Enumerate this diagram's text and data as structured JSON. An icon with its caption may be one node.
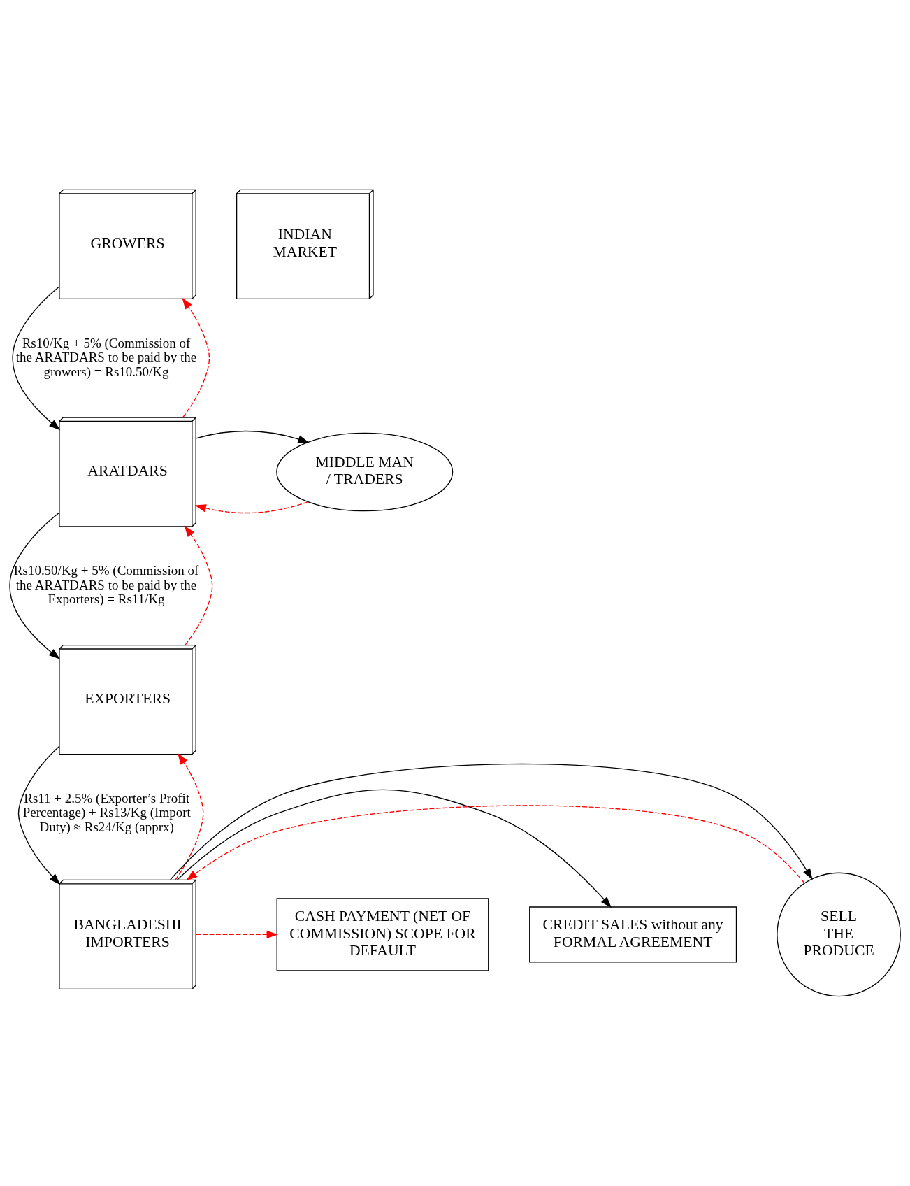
{
  "diagram": {
    "nodes": [
      {
        "text": [
          "GROWERS"
        ]
      },
      {
        "text": [
          "INDIAN MARKET"
        ]
      },
      {
        "text": [
          "ARATDARS"
        ]
      },
      {
        "text": [
          "MIDDLE MAN / TRADERS"
        ]
      },
      {
        "text": [
          "EXPORTERS"
        ]
      },
      {
        "text": [
          "BANGLADESHI IMPORTERS"
        ]
      },
      {
        "text": [
          "SELL THE PRODUCE"
        ]
      },
      {
        "text": [
          "CREDIT SALES without any FORMAL AGREEMENT"
        ]
      },
      {
        "text": [
          "CASH PAYMENT (NET OF COMMISSION) SCOPE FOR DEFAULT"
        ]
      }
    ],
    "edges": [
      {
        "from": 2,
        "to": 0,
        "arrow": "to",
        "style": "dashed",
        "color": "#ff0000"
      },
      {
        "from": 0,
        "to": 2,
        "arrow": "to",
        "color": "#000000",
        "label": "Rs10/Kg + 5% (Commission of the ARATDARS to be paid by the growers) = Rs10.50/Kg"
      },
      {
        "from": 3,
        "to": 2,
        "arrow": "to",
        "style": "dashed",
        "color": "#ff0000"
      },
      {
        "from": 2,
        "to": 3,
        "arrow": "to",
        "color": "#000000"
      },
      {
        "from": 4,
        "to": 2,
        "arrow": "to",
        "style": "dashed",
        "color": "#ff0000"
      },
      {
        "from": 2,
        "to": 4,
        "arrow": "to",
        "color": "#000000",
        "label": "Rs10.50/Kg + 5% (Commission of the ARATDARS to be paid by the Exporters) = Rs11/Kg"
      },
      {
        "from": 5,
        "to": 4,
        "arrow": "to",
        "style": "dashed",
        "color": "#ff0000"
      },
      {
        "from": 4,
        "to": 5,
        "arrow": "to",
        "color": "#000000",
        "label": "Rs11 + 2.5% (Exporter’s Profit Percentage) + Rs13/Kg (Import Duty) ≈ Rs24/Kg (apprx)"
      },
      {
        "from": 6,
        "to": 5,
        "arrow": "to",
        "style": "dashed",
        "color": "#ff0000"
      },
      {
        "from": 5,
        "to": 6,
        "arrow": "to",
        "color": "#000000"
      },
      {
        "from": 5,
        "to": 7,
        "arrow": "to",
        "color": "#000000"
      },
      {
        "from": 5,
        "to": 8,
        "arrow": "to",
        "style": "dashed",
        "color": "#ff0000"
      }
    ]
  }
}
